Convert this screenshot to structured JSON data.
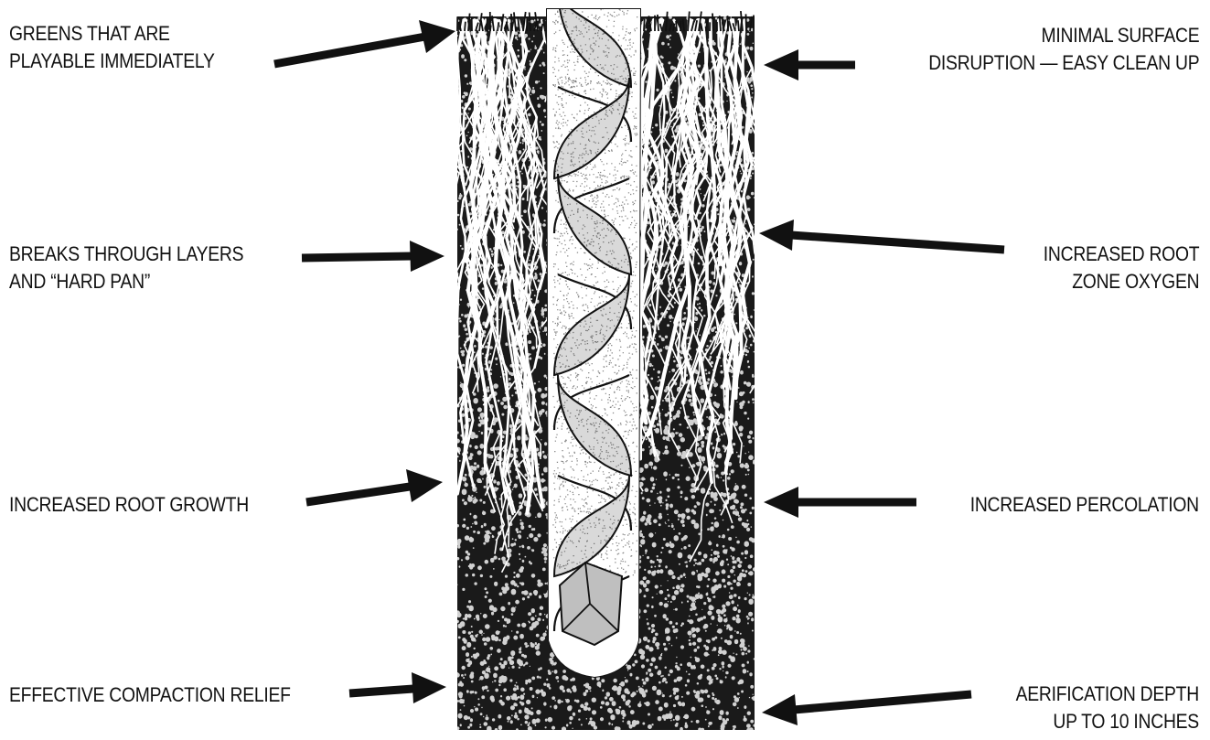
{
  "colors": {
    "ink": "#111111",
    "paper": "#ffffff",
    "soil": "#1a1a1a"
  },
  "labels_left": {
    "greens": [
      "GREENS THAT ARE",
      "PLAYABLE IMMEDIATELY"
    ],
    "breaks": [
      "BREAKS THROUGH LAYERS",
      "AND “HARD PAN”"
    ],
    "root_growth": [
      "INCREASED ROOT GROWTH"
    ],
    "compaction": [
      "EFFECTIVE COMPACTION RELIEF"
    ]
  },
  "labels_right": {
    "minimal": [
      "MINIMAL SURFACE",
      "DISRUPTION — EASY CLEAN UP"
    ],
    "oxygen": [
      "INCREASED ROOT",
      "ZONE OXYGEN"
    ],
    "percolation": [
      "INCREASED PERCOLATION"
    ],
    "depth": [
      "AERIFICATION DEPTH",
      "UP TO 10 INCHES"
    ]
  },
  "illustration": {
    "subject": "auger-bit-in-soil-profile",
    "icon": "auger-drill-icon"
  }
}
